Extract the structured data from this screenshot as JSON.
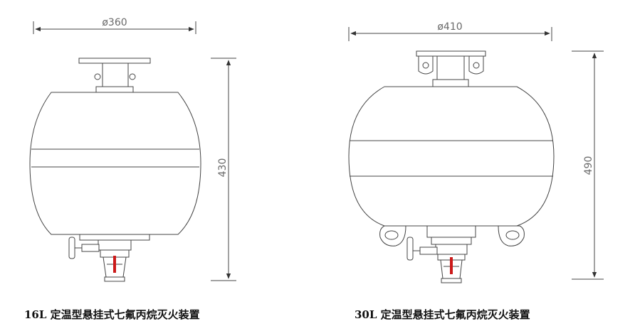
{
  "units": [
    {
      "id": "16L",
      "diameter_label": "ø360",
      "height_label": "430",
      "caption": "16L 定温型悬挂式七氟丙烷灭火装置"
    },
    {
      "id": "30L",
      "diameter_label": "ø410",
      "height_label": "490",
      "caption": "30L 定温型悬挂式七氟丙烷灭火装置"
    }
  ],
  "colors": {
    "line": "#444444",
    "dimension_text": "#6a6a6a",
    "caption_text": "#111111",
    "sprinkler_accent": "#cc1a1a"
  }
}
